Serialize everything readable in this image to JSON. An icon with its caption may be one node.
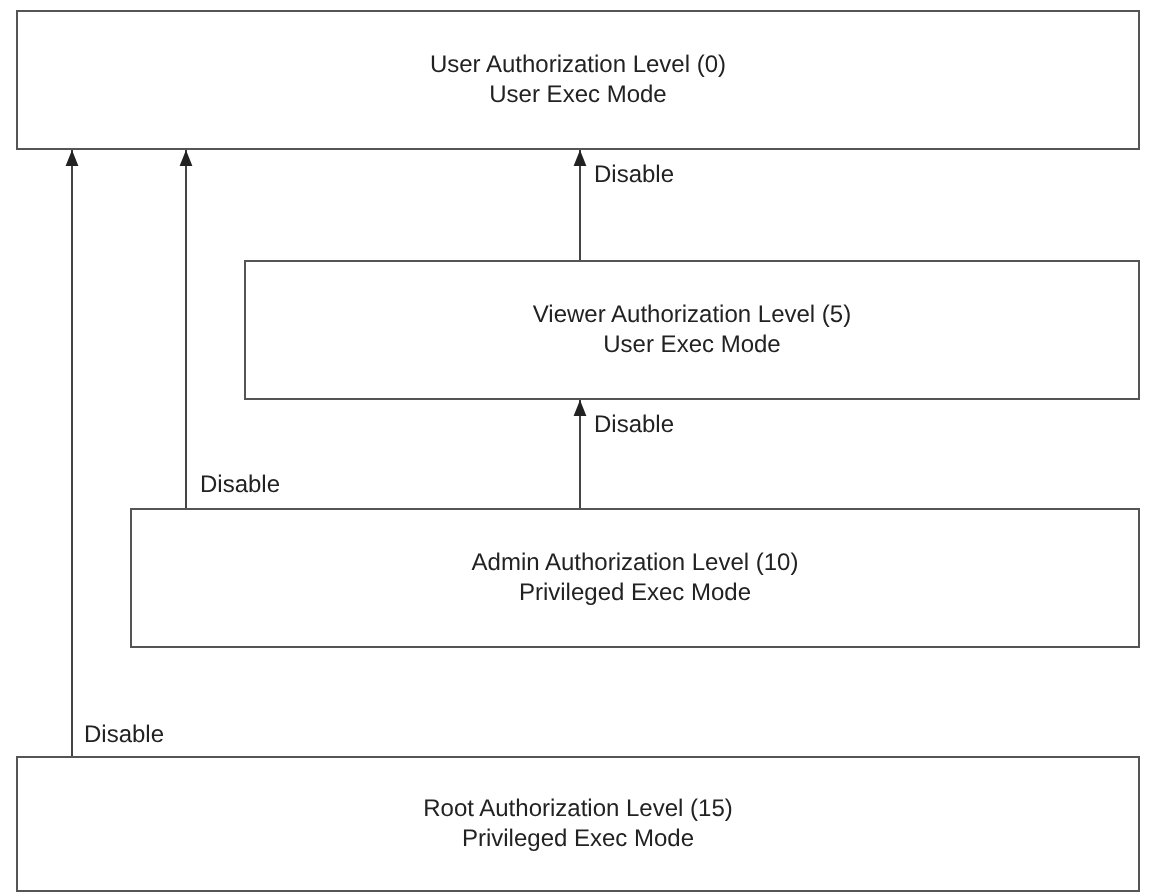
{
  "diagram": {
    "nodes": [
      {
        "text": [
          "User Authorization Level (0)",
          "User Exec Mode"
        ]
      },
      {
        "text": [
          "Viewer Authorization Level (5)",
          "User Exec Mode"
        ]
      },
      {
        "text": [
          "Admin Authorization Level (10)",
          "Privileged Exec Mode"
        ]
      },
      {
        "text": [
          "Root Authorization Level (15)",
          "Privileged Exec Mode"
        ]
      }
    ],
    "edges": [
      {
        "from": 1,
        "to": 0,
        "arrow": "to",
        "label": "Disable"
      },
      {
        "from": 2,
        "to": 1,
        "arrow": "to",
        "label": "Disable"
      },
      {
        "from": 2,
        "to": 0,
        "arrow": "to",
        "label": "Disable"
      },
      {
        "from": 3,
        "to": 0,
        "arrow": "to",
        "label": "Disable"
      }
    ]
  }
}
